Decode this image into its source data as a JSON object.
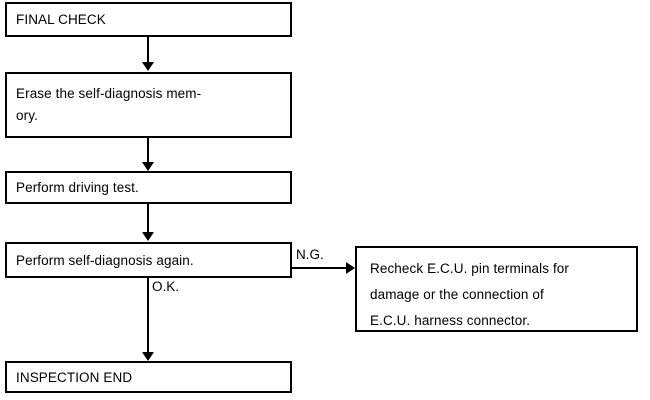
{
  "diagram": {
    "title": "FINAL CHECK",
    "background_color": "#ffffff",
    "line_color": "#000000",
    "boxes": {
      "final_check": "FINAL CHECK",
      "erase_memory": "Erase the self-diagnosis mem-\nory.",
      "driving_test": "Perform driving test.",
      "self_diagnosis": "Perform self-diagnosis again.",
      "inspection_end": "INSPECTION END",
      "recheck_ecu": "Recheck E.C.U. pin terminals for\ndamage or the connection of\nE.C.U. harness connector."
    },
    "branch_labels": {
      "ng": "N.G.",
      "ok": "O.K."
    }
  }
}
